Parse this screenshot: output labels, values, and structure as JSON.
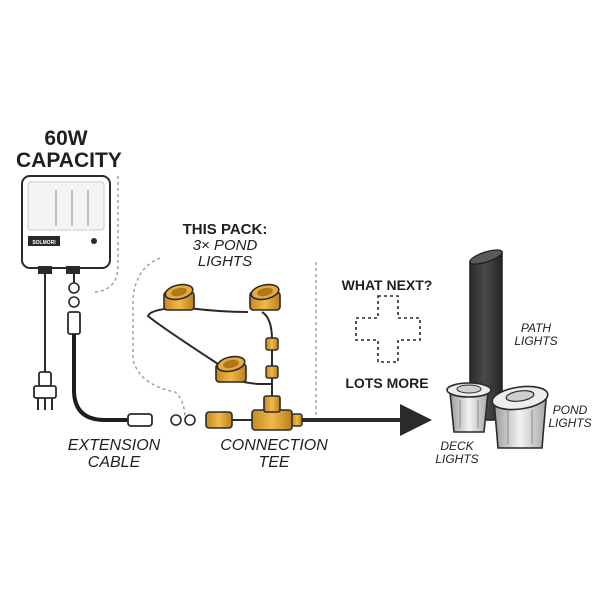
{
  "capacity": {
    "line1": "60W",
    "line2": "CAPACITY"
  },
  "power_supply": {
    "brand": "SOLMORI"
  },
  "this_pack": {
    "heading": "THIS PACK:",
    "line1": "3× POND",
    "line2": "LIGHTS"
  },
  "what_next": {
    "heading": "WHAT NEXT?",
    "sub": "LOTS MORE"
  },
  "extension_cable": {
    "line1": "EXTENSION",
    "line2": "CABLE"
  },
  "connection_tee": {
    "line1": "CONNECTION",
    "line2": "TEE"
  },
  "path_lights": {
    "line1": "PATH",
    "line2": "LIGHTS"
  },
  "pond_lights": {
    "line1": "POND",
    "line2": "LIGHTS"
  },
  "deck_lights": {
    "line1": "DECK",
    "line2": "LIGHTS"
  },
  "colors": {
    "ink": "#2a2a2a",
    "amber": "#e0a030",
    "amber_dark": "#b07818",
    "dark_post": "#3a3a3a",
    "dash": "#9a9a9a"
  }
}
